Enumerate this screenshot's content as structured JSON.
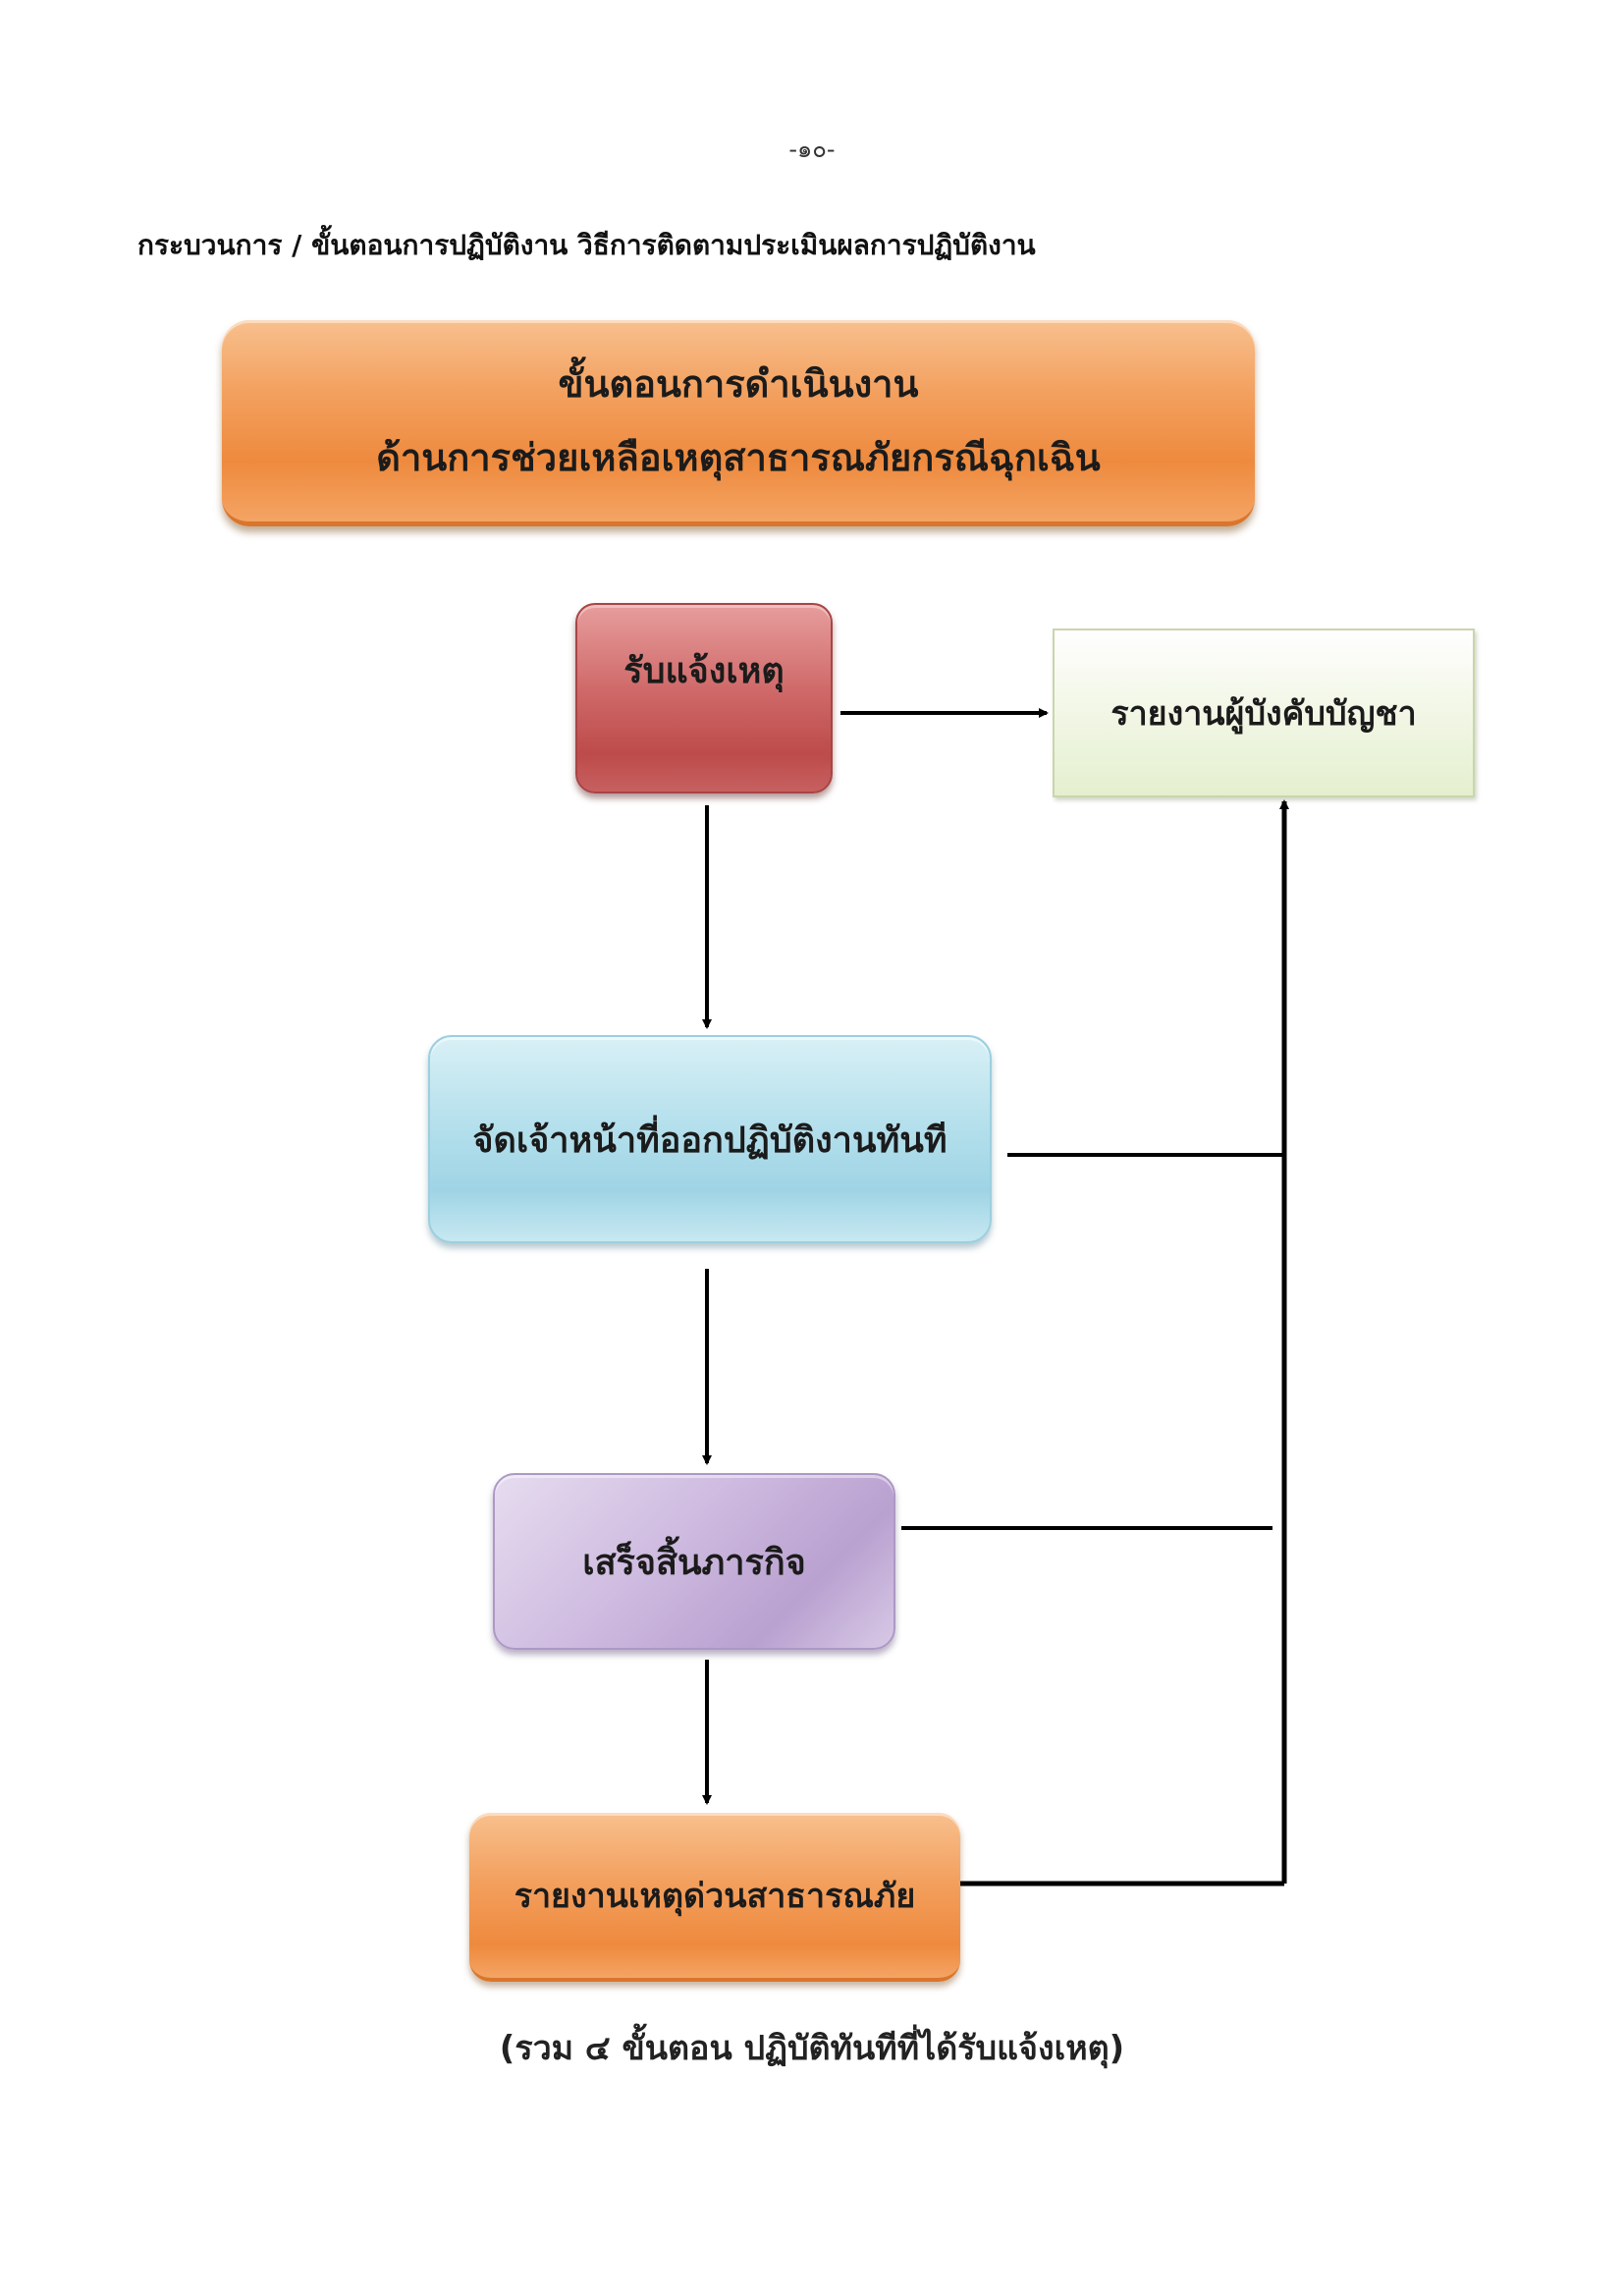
{
  "page": {
    "number": "-๑๐-",
    "heading": "กระบวนการ / ขั้นตอนการปฏิบัติงาน วิธีการติดตามประเมินผลการปฏิบัติงาน"
  },
  "diagram": {
    "title_line1": "ขั้นตอนการดำเนินงาน",
    "title_line2": "ด้านการช่วยเหลือเหตุสาธารณภัยกรณีฉุกเฉิน",
    "nodes": {
      "receive_report": "รับแจ้งเหตุ",
      "report_commander": "รายงานผู้บังคับบัญชา",
      "dispatch_staff": "จัดเจ้าหน้าที่ออกปฏิบัติงานทันที",
      "mission_complete": "เสร็จสิ้นภารกิจ",
      "urgent_disaster_report": "รายงานเหตุด่วนสาธารณภัย"
    },
    "caption": "(รวม ๔ ขั้นตอน ปฏิบัติทันทีที่ได้รับแจ้งเหตุ)"
  },
  "colors": {
    "title_box": "#f3a160",
    "receive_box": "#c85858",
    "commander_box": "#eef4df",
    "dispatch_box": "#b7e1ed",
    "complete_box": "#c9b5dc",
    "urgent_box": "#f3a160",
    "connector": "#000000"
  }
}
